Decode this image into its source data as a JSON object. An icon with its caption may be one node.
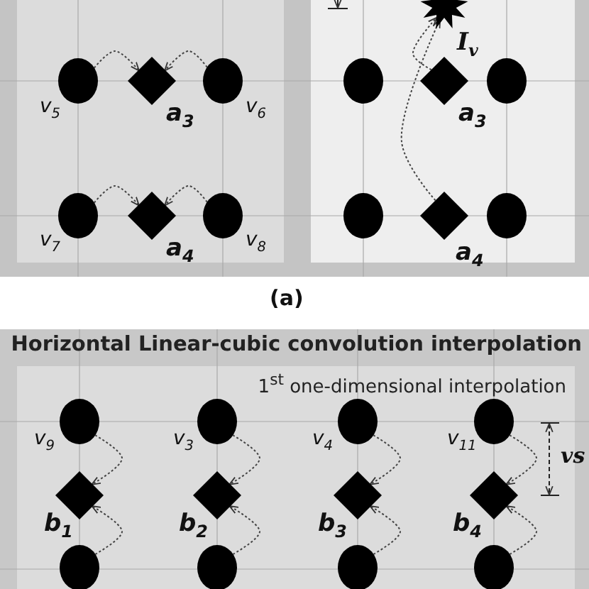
{
  "diagram": {
    "nodes": [
      {
        "text": [],
        "shape": "circle",
        "beside": [
          "v$_{5}$"
        ]
      },
      {
        "text": [],
        "shape": "diamond",
        "beside": [
          "a$_{3}$"
        ]
      },
      {
        "text": [],
        "shape": "circle",
        "beside": [
          "v$_{6}$"
        ]
      },
      {
        "text": [],
        "shape": "circle",
        "beside": [
          "v$_{7}$"
        ]
      },
      {
        "text": [],
        "shape": "diamond",
        "beside": [
          "a$_{4}$"
        ]
      },
      {
        "text": [],
        "shape": "circle",
        "beside": [
          "v$_{8}$"
        ]
      },
      {
        "text": [],
        "shape": "star",
        "beside": [
          "I$_{v}$"
        ]
      },
      {
        "text": [],
        "shape": "circle"
      },
      {
        "text": [],
        "shape": "diamond",
        "beside": [
          "a$_{3}$"
        ]
      },
      {
        "text": [],
        "shape": "circle"
      },
      {
        "text": [],
        "shape": "circle"
      },
      {
        "text": [],
        "shape": "diamond",
        "beside": [
          "a$_{4}$"
        ]
      },
      {
        "text": [],
        "shape": "circle"
      },
      {
        "text": [
          "Horizontal Linear-cubic convolution interpolation",
          "1$^{st}$ one-dimensional interpolation"
        ]
      },
      {
        "text": [],
        "shape": "circle",
        "in": 13,
        "beside": [
          "v$_{9}$"
        ]
      },
      {
        "text": [],
        "shape": "circle",
        "in": 13,
        "beside": [
          "v$_{3}$"
        ]
      },
      {
        "text": [],
        "shape": "circle",
        "in": 13,
        "beside": [
          "v$_{4}$"
        ]
      },
      {
        "text": [],
        "shape": "circle",
        "in": 13,
        "beside": [
          "v$_{11}$"
        ]
      },
      {
        "text": [],
        "shape": "diamond",
        "in": 13,
        "beside": [
          "b$_{1}$"
        ]
      },
      {
        "text": [],
        "shape": "diamond",
        "in": 13,
        "beside": [
          "b$_{2}$"
        ]
      },
      {
        "text": [],
        "shape": "diamond",
        "in": 13,
        "beside": [
          "b$_{3}$"
        ]
      },
      {
        "text": [],
        "shape": "diamond",
        "in": 13,
        "beside": [
          "b$_{4}$"
        ]
      },
      {
        "text": [],
        "shape": "circle",
        "in": 13
      },
      {
        "text": [],
        "shape": "circle",
        "in": 13
      },
      {
        "text": [],
        "shape": "circle",
        "in": 13
      },
      {
        "text": [],
        "shape": "circle",
        "in": 13
      }
    ],
    "edges": [
      {
        "from": 0,
        "to": 1,
        "arrow": "to"
      },
      {
        "from": 2,
        "to": 1,
        "arrow": "to"
      },
      {
        "from": 3,
        "to": 4,
        "arrow": "to"
      },
      {
        "from": 5,
        "to": 4,
        "arrow": "to"
      },
      {
        "from": 8,
        "to": 6,
        "arrow": "to"
      },
      {
        "from": 11,
        "to": 6,
        "arrow": "to"
      },
      {
        "from": 14,
        "to": 18,
        "arrow": "to"
      },
      {
        "from": 22,
        "to": 18,
        "arrow": "to"
      },
      {
        "from": 15,
        "to": 19,
        "arrow": "to"
      },
      {
        "from": 23,
        "to": 19,
        "arrow": "to"
      },
      {
        "from": 16,
        "to": 20,
        "arrow": "to"
      },
      {
        "from": 24,
        "to": 20,
        "arrow": "to"
      },
      {
        "from": 17,
        "to": 21,
        "arrow": "to"
      },
      {
        "from": 25,
        "to": 21,
        "arrow": "to"
      }
    ],
    "labels": [
      "(a)",
      "vs"
    ]
  }
}
